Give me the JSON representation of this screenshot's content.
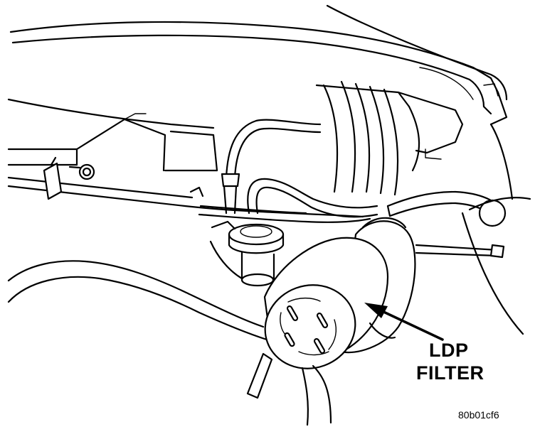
{
  "diagram": {
    "callout": {
      "line1": "LDP",
      "line2": "FILTER"
    },
    "figure_ref": "80b01cf6",
    "parts": [
      "hood-underside",
      "fender-panel",
      "bracket",
      "coolant-hose",
      "vent-hose",
      "leak-detection-pump",
      "ldp-filter",
      "mounting-stud",
      "wheel-well"
    ]
  }
}
